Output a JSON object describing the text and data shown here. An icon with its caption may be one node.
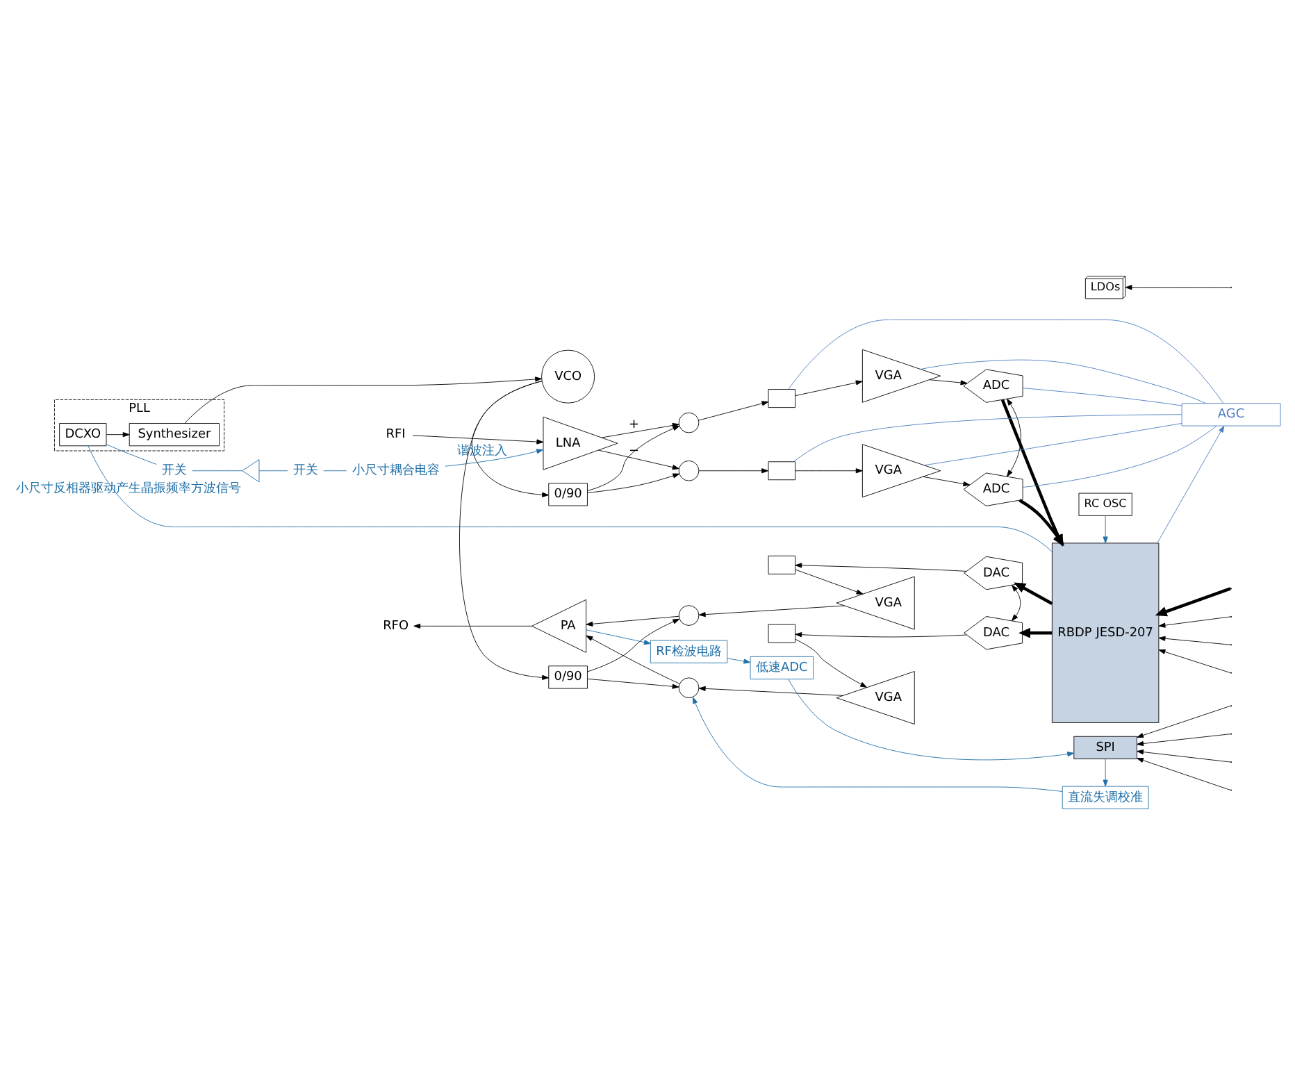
{
  "diagram": {
    "nodes": [
      {
        "text": [
          "RFI"
        ]
      },
      {
        "text": [
          "LNA"
        ]
      },
      {
        "text": [],
        "shape": "circle"
      },
      {
        "text": [],
        "shape": "circle"
      },
      {
        "text": [
          "0/90"
        ]
      },
      {
        "text": [],
        "shape": "box"
      },
      {
        "text": [],
        "shape": "box"
      },
      {
        "text": [
          "VGA"
        ]
      },
      {
        "text": [
          "VGA"
        ]
      },
      {
        "text": [
          "ADC"
        ]
      },
      {
        "text": [
          "ADC"
        ]
      },
      {
        "text": [
          "AGC"
        ]
      },
      {
        "text": [
          "RBDP JESD-207"
        ]
      },
      {
        "text": [
          "PLL"
        ]
      },
      {
        "text": [
          "VCO"
        ]
      },
      {
        "text": [
          "Synthesizer"
        ],
        "in": 13
      },
      {
        "text": [
          "DCXO"
        ],
        "in": 13
      },
      {
        "text": [
          "DAC"
        ]
      },
      {
        "text": [
          "DAC"
        ]
      },
      {
        "text": [],
        "shape": "box"
      },
      {
        "text": [],
        "shape": "box"
      },
      {
        "text": [
          "VGA"
        ]
      },
      {
        "text": [
          "VGA"
        ]
      },
      {
        "text": [],
        "shape": "circle"
      },
      {
        "text": [],
        "shape": "circle"
      },
      {
        "text": [
          "0/90"
        ]
      },
      {
        "text": [
          "PA"
        ]
      },
      {
        "text": [
          "RFO"
        ]
      },
      {
        "text": [
          "RF检波电路"
        ]
      },
      {
        "text": [
          "低速ADC"
        ]
      },
      {
        "text": [
          "直流失调校准"
        ]
      },
      {
        "text": [
          "SPI"
        ]
      },
      {
        "text": [
          "LDOs"
        ]
      },
      {
        "text": [
          "RC OSC"
        ]
      },
      {
        "text": [
          "小尺寸耦合电容"
        ]
      },
      {
        "text": [
          "开关"
        ]
      },
      {
        "text": [
          "小尺寸反相器驱动产生晶振频率方波信号"
        ]
      },
      {
        "text": [
          "开关"
        ]
      }
    ],
    "edges": [
      {
        "from": 0,
        "to": 1,
        "arrow": "to"
      },
      {
        "from": 1,
        "to": 2,
        "arrow": "to",
        "label": "+"
      },
      {
        "from": 1,
        "to": 3,
        "arrow": "to",
        "label": "−"
      },
      {
        "from": 4,
        "to": 2,
        "arrow": "to"
      },
      {
        "from": 4,
        "to": 3,
        "arrow": "to"
      },
      {
        "from": 2,
        "to": 5,
        "arrow": "to"
      },
      {
        "from": 3,
        "to": 6,
        "arrow": "to"
      },
      {
        "from": 5,
        "to": 7,
        "arrow": "to"
      },
      {
        "from": 6,
        "to": 8,
        "arrow": "to"
      },
      {
        "from": 7,
        "to": 9,
        "arrow": "to"
      },
      {
        "from": 8,
        "to": 10,
        "arrow": "to"
      },
      {
        "from": 9,
        "to": 12,
        "arrow": "to",
        "style": "thick"
      },
      {
        "from": 10,
        "to": 12,
        "arrow": "to",
        "style": "thick"
      },
      {
        "from": 9,
        "to": 10,
        "arrow": "both"
      },
      {
        "from": 11,
        "to": 5,
        "arrow": "none",
        "color": "#4a7bc0"
      },
      {
        "from": 11,
        "to": 6,
        "arrow": "none",
        "color": "#4a7bc0"
      },
      {
        "from": 11,
        "to": 7,
        "arrow": "none",
        "color": "#4a7bc0"
      },
      {
        "from": 11,
        "to": 8,
        "arrow": "none",
        "color": "#4a7bc0"
      },
      {
        "from": 9,
        "to": 11,
        "arrow": "none",
        "color": "#4a7bc0"
      },
      {
        "from": 10,
        "to": 11,
        "arrow": "none",
        "color": "#4a7bc0"
      },
      {
        "from": 12,
        "to": 11,
        "arrow": "to",
        "color": "#4a7bc0"
      },
      {
        "from": 16,
        "to": 15,
        "arrow": "to"
      },
      {
        "from": 15,
        "to": 14,
        "arrow": "to"
      },
      {
        "from": 14,
        "to": 4,
        "arrow": "to"
      },
      {
        "from": 14,
        "to": 25,
        "arrow": "to"
      },
      {
        "from": 16,
        "to": 12,
        "arrow": "none",
        "color": "#1f6fa8"
      },
      {
        "from": 16,
        "to": 37,
        "arrow": "none",
        "color": "#1f6fa8"
      },
      {
        "from": 37,
        "to": 36,
        "arrow": "none",
        "color": "#1f6fa8"
      },
      {
        "from": 36,
        "to": 35,
        "arrow": "none",
        "color": "#1f6fa8"
      },
      {
        "from": 35,
        "to": 34,
        "arrow": "none",
        "color": "#1f6fa8"
      },
      {
        "from": 34,
        "to": 1,
        "arrow": "to",
        "color": "#1f6fa8",
        "label": "谐波注入"
      },
      {
        "from": 12,
        "to": 17,
        "arrow": "to",
        "style": "thick"
      },
      {
        "from": 12,
        "to": 18,
        "arrow": "to",
        "style": "thick"
      },
      {
        "from": 17,
        "to": 18,
        "arrow": "both"
      },
      {
        "from": 17,
        "to": 19,
        "arrow": "to"
      },
      {
        "from": 18,
        "to": 20,
        "arrow": "to"
      },
      {
        "from": 19,
        "to": 21,
        "arrow": "to"
      },
      {
        "from": 20,
        "to": 22,
        "arrow": "to"
      },
      {
        "from": 21,
        "to": 23,
        "arrow": "to"
      },
      {
        "from": 22,
        "to": 24,
        "arrow": "to"
      },
      {
        "from": 25,
        "to": 23,
        "arrow": "to"
      },
      {
        "from": 25,
        "to": 24,
        "arrow": "to"
      },
      {
        "from": 23,
        "to": 26,
        "arrow": "to"
      },
      {
        "from": 24,
        "to": 26,
        "arrow": "to"
      },
      {
        "from": 26,
        "to": 27,
        "arrow": "to"
      },
      {
        "from": 26,
        "to": 28,
        "arrow": "to",
        "color": "#1f6fa8"
      },
      {
        "from": 28,
        "to": 29,
        "arrow": "to",
        "color": "#1f6fa8"
      },
      {
        "from": 29,
        "to": 31,
        "arrow": "to",
        "color": "#1f6fa8"
      },
      {
        "from": 31,
        "to": 30,
        "arrow": "to",
        "color": "#1f6fa8"
      },
      {
        "from": 30,
        "to": 24,
        "arrow": "to",
        "color": "#1f6fa8"
      },
      {
        "from": 33,
        "to": 12,
        "arrow": "to",
        "color": "#1f6fa8"
      },
      {
        "from": null,
        "to": 12,
        "arrow": "to",
        "style": "thick"
      },
      {
        "from": null,
        "to": 12,
        "arrow": "to"
      },
      {
        "from": null,
        "to": 12,
        "arrow": "to"
      },
      {
        "from": null,
        "to": 12,
        "arrow": "to"
      },
      {
        "from": null,
        "to": 31,
        "arrow": "to"
      },
      {
        "from": null,
        "to": 31,
        "arrow": "to"
      },
      {
        "from": null,
        "to": 31,
        "arrow": "to"
      },
      {
        "from": null,
        "to": 31,
        "arrow": "to"
      },
      {
        "from": null,
        "to": 32,
        "arrow": "to"
      }
    ]
  }
}
